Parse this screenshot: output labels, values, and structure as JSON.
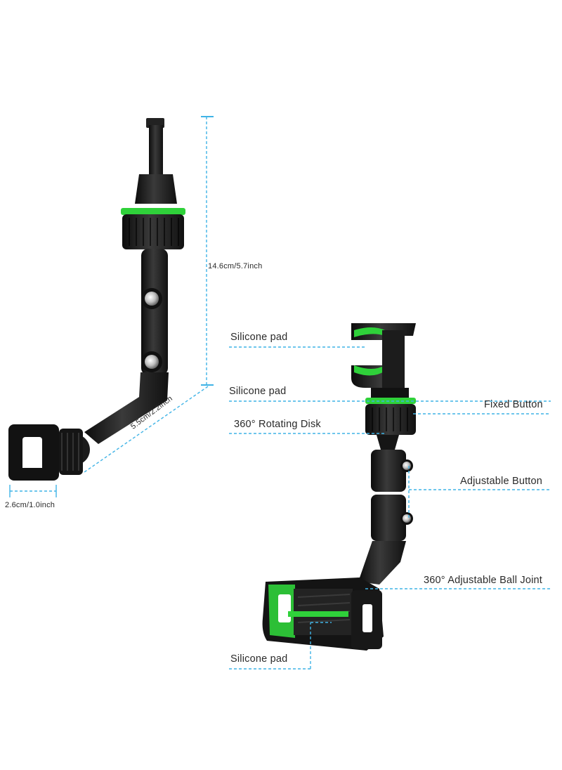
{
  "dimensions": {
    "height": "14.6cm/5.7inch",
    "arm": "5.5cm/2.2inch",
    "clip_width": "2.6cm/1.0inch"
  },
  "callouts": {
    "silicone_pad_top": "Silicone pad",
    "silicone_pad_mid": "Silicone pad",
    "rotating_disk": "360° Rotating Disk",
    "fixed_button": "Fixed Button",
    "adjustable_button": "Adjustable Button",
    "ball_joint": "360° Adjustable Ball Joint",
    "silicone_pad_bottom": "Silicone pad"
  },
  "colors": {
    "accent_green": "#2fd13a",
    "body_black": "#1a1a1a",
    "guide_blue": "#3fb3e6"
  }
}
